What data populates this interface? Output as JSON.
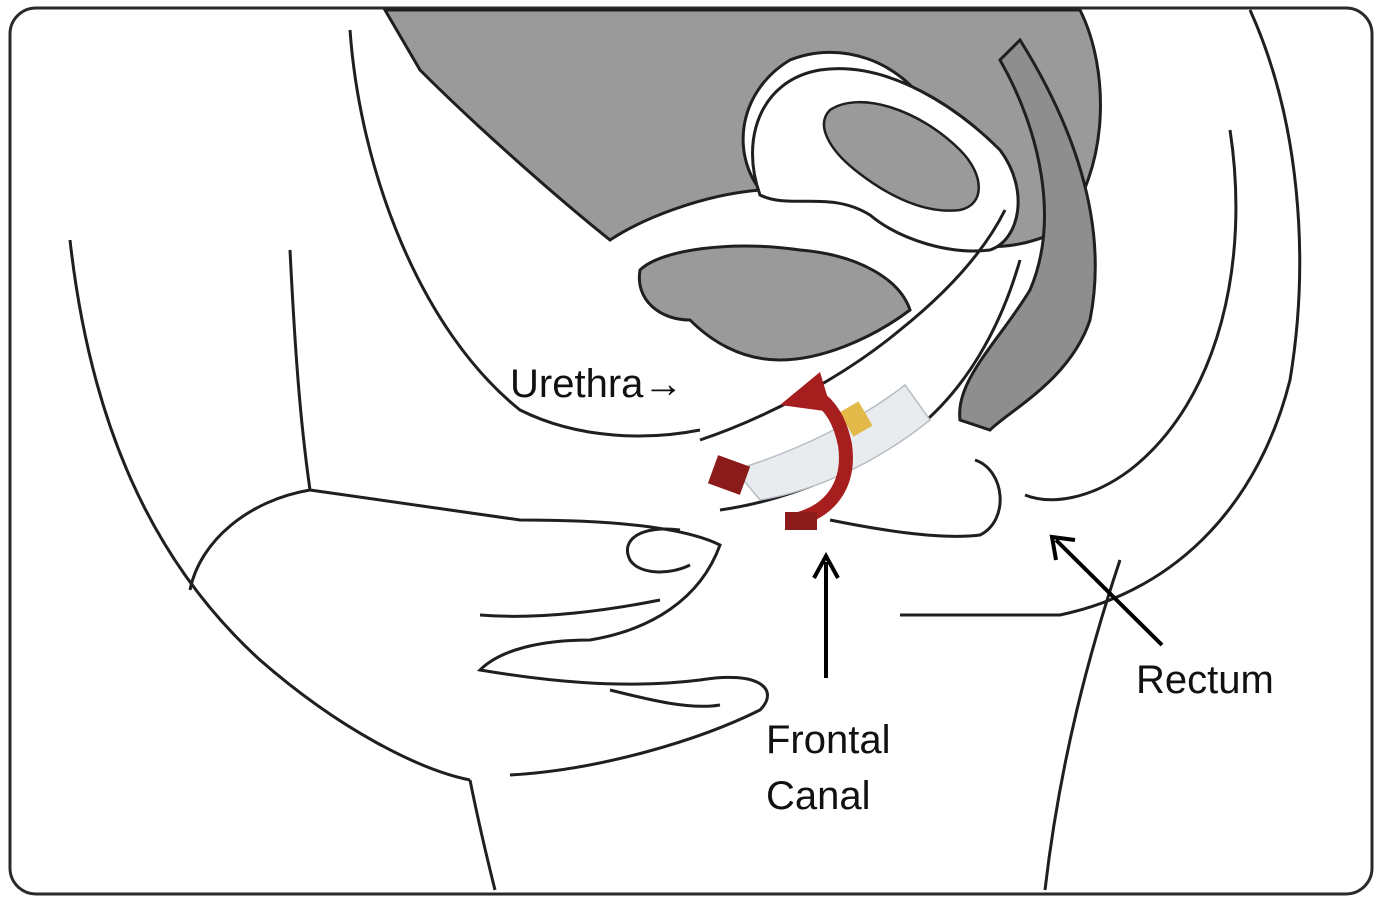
{
  "labels": {
    "urethra": "Urethra",
    "urethra_arrow": "→",
    "frontal_line1": "Frontal",
    "frontal_line2": "Canal",
    "rectum": "Rectum"
  },
  "colors": {
    "outline": "#1f1f1f",
    "organ_fill": "#9a9a9a",
    "rotation_arrow": "#a61e1e",
    "applicator": "#e9ecef",
    "applicator_band": "#e3b949",
    "frame_border": "#2a2a2a",
    "background": "#ffffff"
  }
}
